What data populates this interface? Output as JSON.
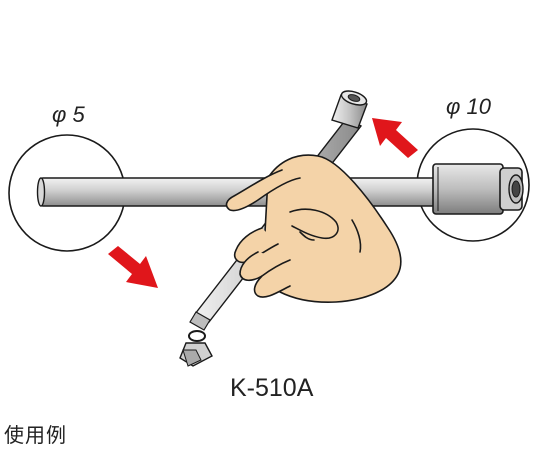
{
  "labels": {
    "left_diameter": "φ 5",
    "right_diameter": "φ 10",
    "model": "K-510A"
  },
  "caption": "使用例",
  "colors": {
    "arrow": "#e0161b",
    "hand": "#f4d3a8",
    "hand_outline": "#1a1a1a",
    "rod": "#c9c9c9",
    "outline": "#1a1a1a"
  },
  "icons": [
    "arrow-icon",
    "hand-icon",
    "socket-icon",
    "wrench-rod-icon"
  ]
}
